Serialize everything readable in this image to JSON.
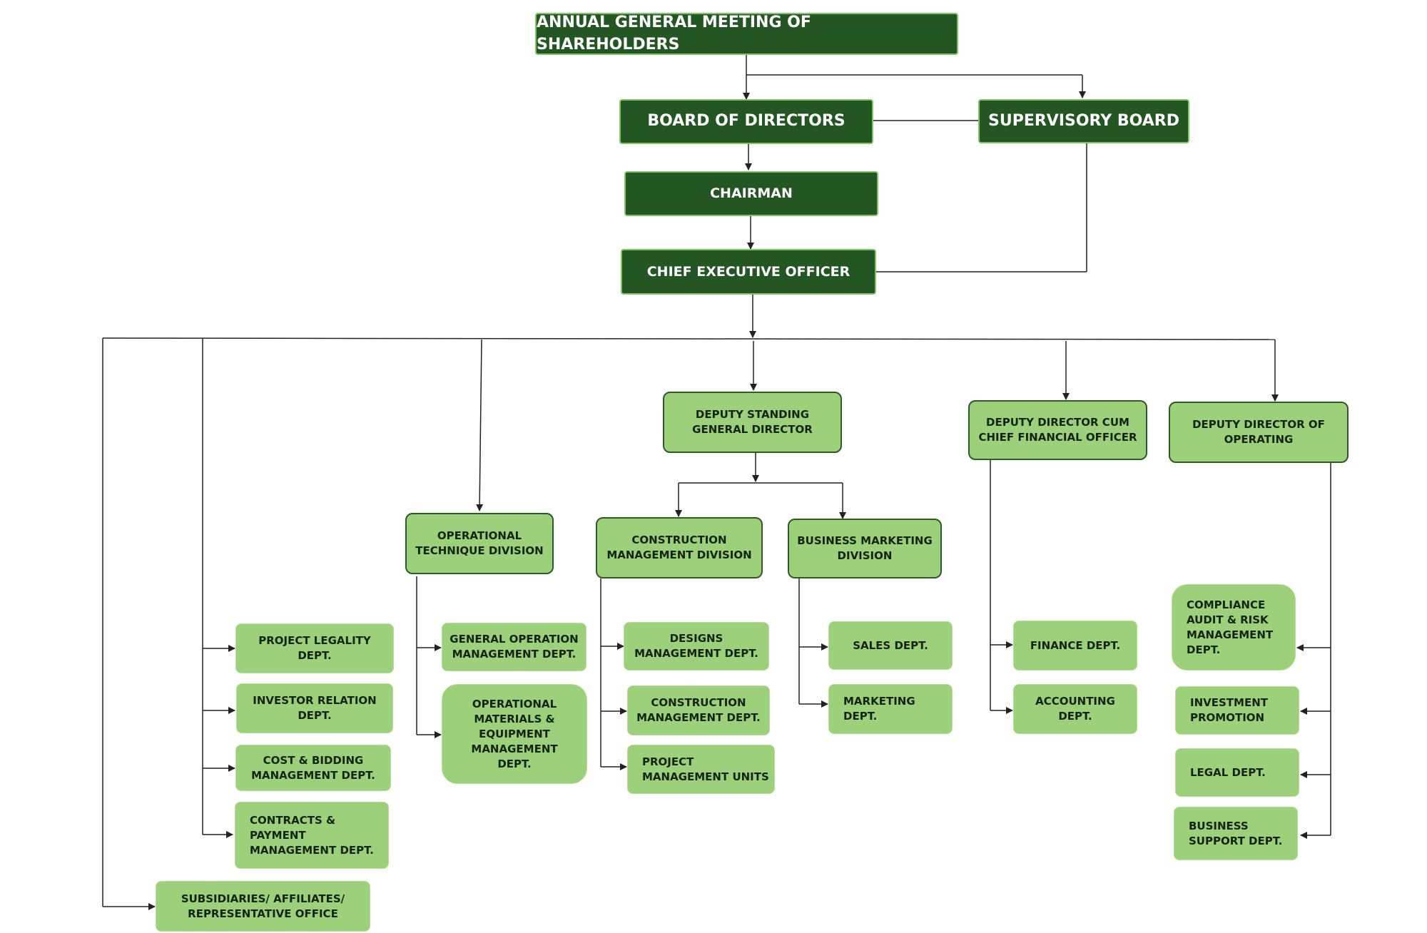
{
  "org": {
    "agm": "ANNUAL GENERAL MEETING OF SHAREHOLDERS",
    "board": "BOARD OF DIRECTORS",
    "supervisory": "SUPERVISORY BOARD",
    "chairman": "CHAIRMAN",
    "ceo": "CHIEF EXECUTIVE OFFICER",
    "deputy_standing": "DEPUTY STANDING\nGENERAL DIRECTOR",
    "deputy_cfo": "DEPUTY DIRECTOR CUM\nCHIEF FINANCIAL OFFICER",
    "deputy_operating": "DEPUTY DIRECTOR OF\nOPERATING",
    "operational_technique": "OPERATIONAL\nTECHNIQUE DIVISION",
    "construction_division": "CONSTRUCTION\nMANAGEMENT DIVISION",
    "business_marketing": "BUSINESS MARKETING\nDIVISION",
    "project_legality": "PROJECT LEGALITY\nDEPT.",
    "investor_relation": "INVESTOR RELATION\nDEPT.",
    "cost_bidding": "COST & BIDDING\nMANAGEMENT DEPT.",
    "contracts_payment": "CONTRACTS &\nPAYMENT\nMANAGEMENT DEPT.",
    "subsidiaries": "SUBSIDIARIES/ AFFILIATES/\nREPRESENTATIVE OFFICE",
    "general_operation": "GENERAL OPERATION\nMANAGEMENT DEPT.",
    "operational_materials": "OPERATIONAL\nMATERIALS &\nEQUIPMENT\nMANAGEMENT\nDEPT.",
    "designs": "DESIGNS\nMANAGEMENT DEPT.",
    "construction_dept": "CONSTRUCTION\nMANAGEMENT DEPT.",
    "project_units": "PROJECT\nMANAGEMENT UNITS",
    "sales": "SALES DEPT.",
    "marketing": "MARKETING\nDEPT.",
    "finance": "FINANCE DEPT.",
    "accounting": "ACCOUNTING\nDEPT.",
    "compliance": "COMPLIANCE\nAUDIT & RISK\nMANAGEMENT\nDEPT.",
    "investment_promotion": "INVESTMENT\nPROMOTION",
    "legal": "LEGAL DEPT.",
    "business_support": "BUSINESS\nSUPPORT DEPT."
  },
  "colors": {
    "dark_fill": "#235623",
    "light_fill": "#9dd07a",
    "line": "#222222"
  }
}
